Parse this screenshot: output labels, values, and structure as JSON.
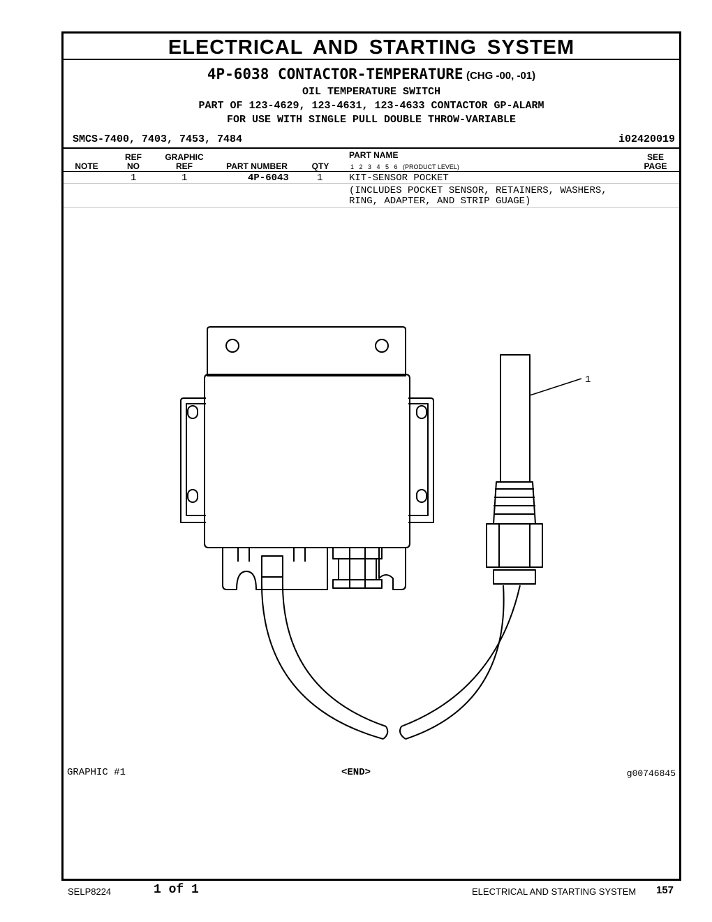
{
  "header": {
    "section_title": "ELECTRICAL AND STARTING SYSTEM",
    "part_number_title": "4P-6038 CONTACTOR-TEMPERATURE",
    "change_note": "(CHG -00, -01)",
    "subtitle_1": "OIL TEMPERATURE SWITCH",
    "subtitle_2": "PART OF 123-4629, 123-4631, 123-4633 CONTACTOR GP-ALARM",
    "subtitle_3": "FOR USE WITH SINGLE PULL DOUBLE THROW-VARIABLE",
    "smcs": "SMCS-7400, 7403, 7453, 7484",
    "doc_id": "i02420019"
  },
  "table": {
    "columns": {
      "note": "NOTE",
      "ref_no_1": "REF",
      "ref_no_2": "NO",
      "graphic_ref_1": "GRAPHIC",
      "graphic_ref_2": "REF",
      "part_number": "PART NUMBER",
      "qty": "QTY",
      "part_name": "PART NAME",
      "product_level": "1   2   3   4   5   6   (PRODUCT LEVEL)",
      "see_page_1": "SEE",
      "see_page_2": "PAGE"
    },
    "rows": [
      {
        "note": "",
        "ref_no": "1",
        "graphic_ref": "1",
        "part_number": "4P-6043",
        "qty": "1",
        "part_name": "KIT-SENSOR POCKET",
        "description_1": "(INCLUDES POCKET SENSOR, RETAINERS, WASHERS,",
        "description_2": "RING, ADAPTER, AND STRIP GUAGE)"
      }
    ]
  },
  "graphic": {
    "callout": "1",
    "label": "GRAPHIC #1",
    "end_marker": "<END>",
    "graphic_id": "g00746845"
  },
  "footer": {
    "publication": "SELP8224",
    "page_of": "1 of 1",
    "section": "ELECTRICAL AND STARTING SYSTEM",
    "page_number": "157"
  }
}
